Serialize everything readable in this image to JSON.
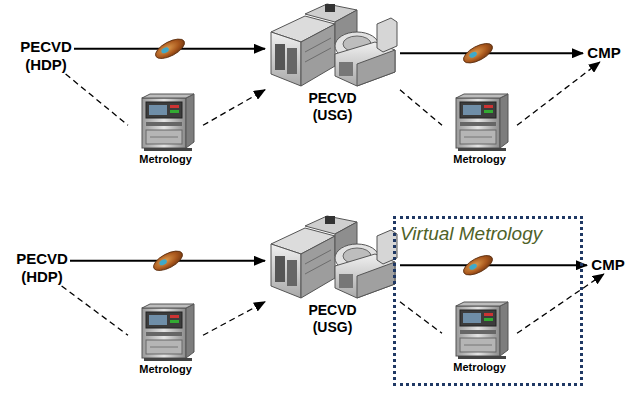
{
  "diagram": {
    "nodes": [
      {
        "text": [
          "PECVD (HDP)"
        ]
      },
      {
        "text": [
          "Metrology"
        ]
      },
      {
        "text": [
          "PECVD (USG)"
        ]
      },
      {
        "text": [
          "Metrology"
        ]
      },
      {
        "text": [
          "CMP"
        ]
      },
      {
        "text": [
          "PECVD (HDP)"
        ]
      },
      {
        "text": [
          "Metrology"
        ]
      },
      {
        "text": [
          "PECVD (USG)"
        ]
      },
      {
        "text": [
          "Virtual Metrology"
        ]
      },
      {
        "text": [
          "Metrology"
        ],
        "in": 8
      },
      {
        "text": [
          "CMP"
        ]
      }
    ],
    "edges": [
      {
        "from": 0,
        "to": 2,
        "arrow": "to"
      },
      {
        "from": 0,
        "to": 1,
        "arrow": "none"
      },
      {
        "from": 1,
        "to": 2,
        "arrow": "to"
      },
      {
        "from": 2,
        "to": 4,
        "arrow": "to"
      },
      {
        "from": 2,
        "to": 3,
        "arrow": "none"
      },
      {
        "from": 3,
        "to": 4,
        "arrow": "to"
      },
      {
        "from": 5,
        "to": 7,
        "arrow": "to"
      },
      {
        "from": 5,
        "to": 6,
        "arrow": "none"
      },
      {
        "from": 6,
        "to": 7,
        "arrow": "to"
      },
      {
        "from": 7,
        "to": 10,
        "arrow": "to"
      },
      {
        "from": 7,
        "to": 9,
        "arrow": "none"
      },
      {
        "from": 9,
        "to": 10,
        "arrow": "to"
      }
    ]
  }
}
